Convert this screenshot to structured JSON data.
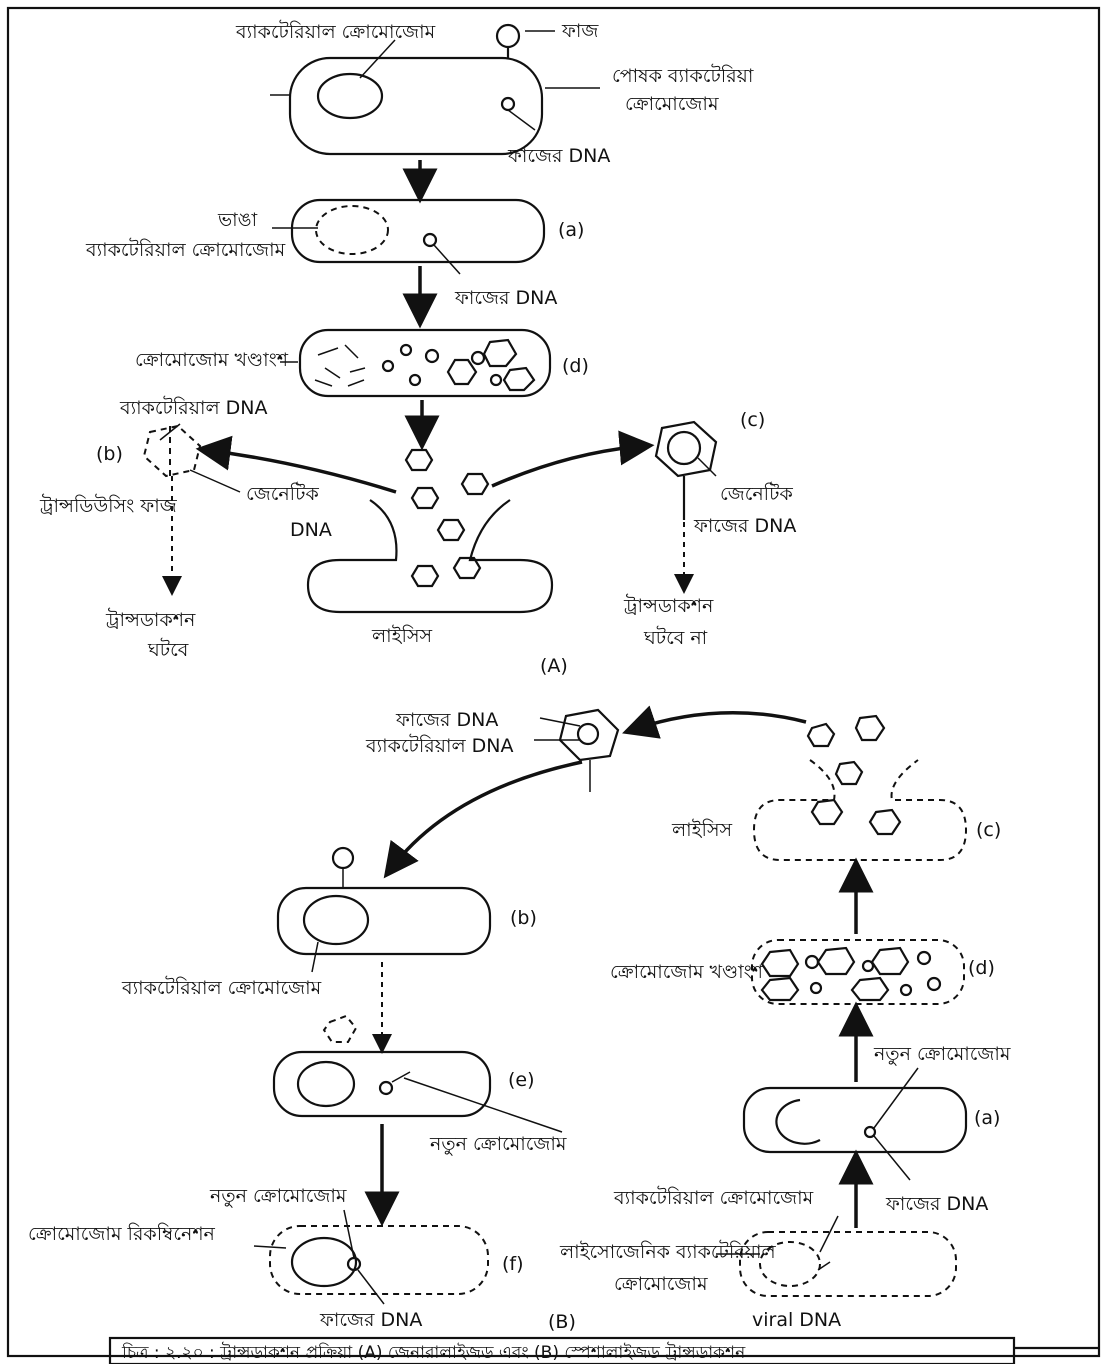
{
  "panel_a": {
    "caption": "(A)",
    "labels": {
      "top_chromosome": "ব্যাকটেরিয়াল ক্রোমোজোম",
      "phage": "ফাজ",
      "host_bacteria": "পোষক ব্যাকটেরিয়া",
      "host_bacteria_line2": "ক্রোমোজোম",
      "phage_dna_1": "ফাজের DNA",
      "broken_chromosome": "ভাঙা",
      "broken_chromosome_line2": "ব্যাকটেরিয়াল ক্রোমোজোম",
      "phage_dna_2": "ফাজের DNA",
      "chromosome_fragments": "ক্রোমোজোম খণ্ডাংশ",
      "bacterial_dna": "ব্যাকটেরিয়াল DNA",
      "transducing_phage": "ট্রান্সডিউসিং ফাজ",
      "genetic": "জেনেটিক",
      "genetic_dna": "DNA",
      "lysis": "লাইসিস",
      "transduction_b": "ট্রান্সডাকশন",
      "transduction_b_line2": "ঘটবে",
      "genetic_c": "জেনেটিক",
      "phage_dna_c": "ফাজের DNA",
      "transduction_c": "ট্রান্সডাকশন",
      "transduction_c_line2": "ঘটবে না",
      "step_a": "(a)",
      "step_d": "(d)",
      "step_b": "(b)",
      "step_c": "(c)"
    }
  },
  "panel_b": {
    "caption": "(B)",
    "labels": {
      "phage_dna_top": "ফাজের DNA",
      "bacterial_dna_top": "ব্যাকটেরিয়াল DNA",
      "lysis": "লাইসিস",
      "chromosome_fragments": "ক্রোমোজোম খণ্ডাংশ",
      "bacterial_chromosome_b": "ব্যাকটেরিয়াল ক্রোমোজোম",
      "new_chromosome_e": "নতুন ক্রোমোজোম",
      "new_chromosome_f": "নতুন ক্রোমোজোম",
      "chromosome_recombination": "ক্রোমোজোম রিকম্বিনেশন",
      "phage_dna_f": "ফাজের DNA",
      "new_chromosome_a": "নতুন ক্রোমোজোম",
      "phage_dna_a": "ফাজের DNA",
      "bacterial_chromosome_bottom": "ব্যাকটেরিয়াল ক্রোমোজোম",
      "lysogenic_chromosome": "লাইসোজেনিক ব্যাকটেরিয়াল",
      "lysogenic_chromosome_line2": "ক্রোমোজোম",
      "viral_dna": "viral DNA",
      "step_c": "(c)",
      "step_d": "(d)",
      "step_a": "(a)",
      "step_b": "(b)",
      "step_e": "(e)",
      "step_f": "(f)"
    }
  },
  "figure_caption": "চিত্র : ২.২০ : ট্রান্সডাকশন প্রক্রিয়া (A) জেনারালাইজড এবং (B) স্পেশালাইজড ট্রান্সডাকশন",
  "colors": {
    "ink": "#111111",
    "paper": "#ffffff"
  }
}
